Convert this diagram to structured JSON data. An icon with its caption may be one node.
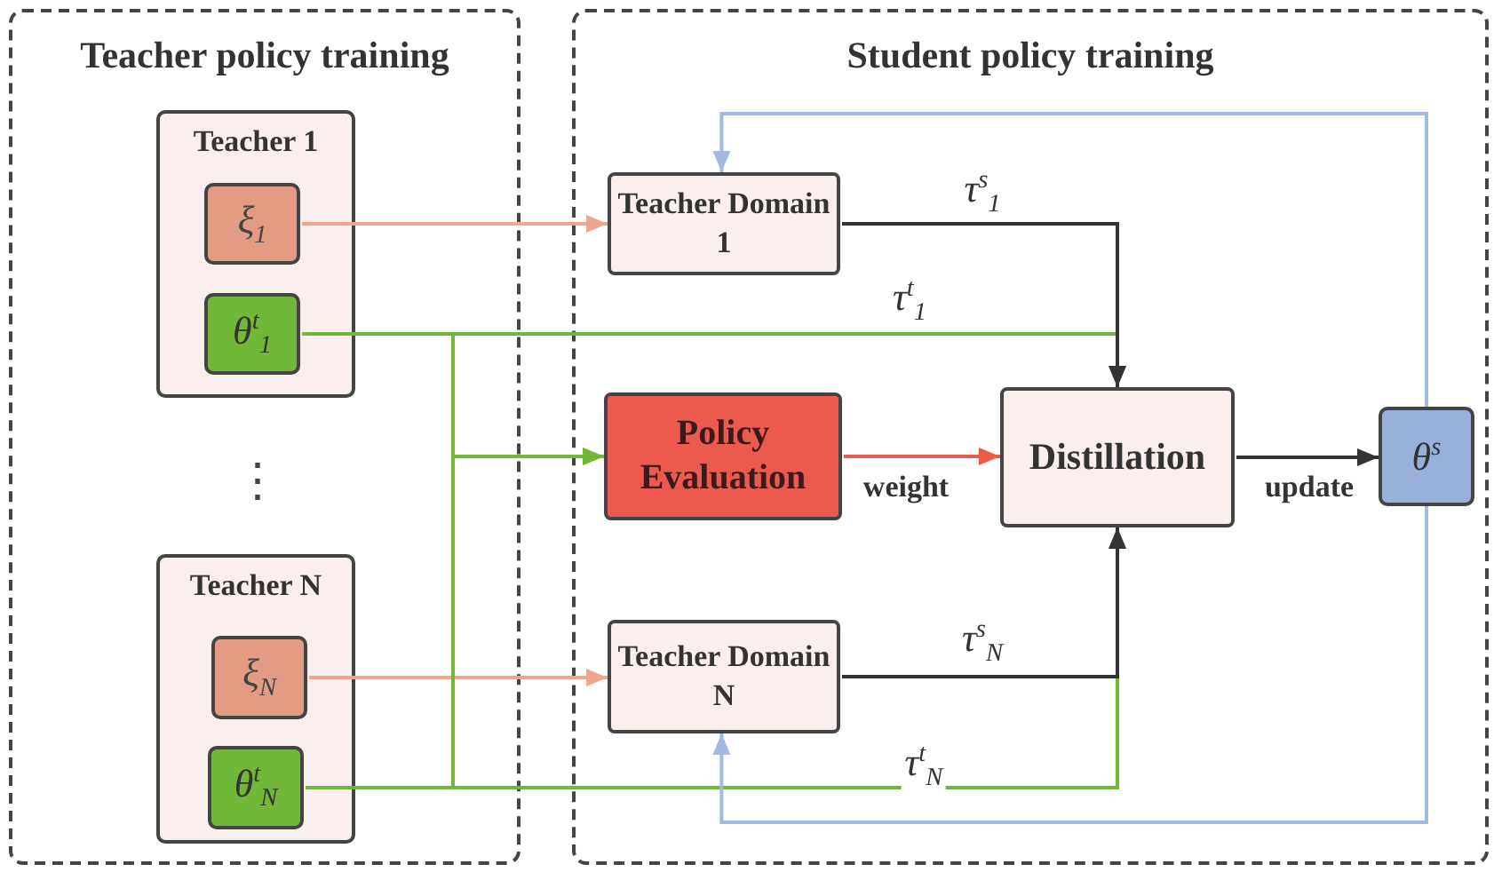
{
  "diagram": {
    "nodes": [
      {
        "text": [
          "Teacher policy training"
        ]
      },
      {
        "text": [
          "Teacher 1"
        ],
        "in": 0
      },
      {
        "text": [
          "ξ$_{1}$"
        ],
        "in": 1
      },
      {
        "text": [
          "θ$^{t}$$_{1}$"
        ],
        "in": 1
      },
      {
        "text": [
          "Teacher N"
        ],
        "in": 0
      },
      {
        "text": [
          "ξ$_{N}$"
        ],
        "in": 4
      },
      {
        "text": [
          "θ$^{t}$$_{N}$"
        ],
        "in": 4
      },
      {
        "text": [
          "Student policy training"
        ]
      },
      {
        "text": [
          "Teacher Domain 1"
        ],
        "in": 7
      },
      {
        "text": [
          "Policy Evaluation"
        ],
        "in": 7
      },
      {
        "text": [
          "Distillation"
        ],
        "in": 7
      },
      {
        "text": [
          "Teacher Domain N"
        ],
        "in": 7
      },
      {
        "text": [
          "θ$^{s}$"
        ],
        "in": 7
      }
    ],
    "edges": [
      {
        "from": 2,
        "to": 8,
        "arrow": "to",
        "color": "#f0a58e"
      },
      {
        "from": 5,
        "to": 11,
        "arrow": "to",
        "color": "#f0a58e"
      },
      {
        "from": 3,
        "to": 10,
        "arrow": "to",
        "label": "τ$^{t}$$_{1}$"
      },
      {
        "from": 6,
        "to": 10,
        "arrow": "to",
        "label": "τ$^{t}$$_{N}$"
      },
      {
        "from": 3,
        "to": 9,
        "arrow": "to"
      },
      {
        "from": 6,
        "to": 9,
        "arrow": "to"
      },
      {
        "from": 8,
        "to": 10,
        "arrow": "to",
        "label": "τ$^{s}$$_{1}$",
        "color": "#333333"
      },
      {
        "from": 11,
        "to": 10,
        "arrow": "to",
        "label": "τ$^{s}$$_{N}$",
        "color": "#333333"
      },
      {
        "from": 9,
        "to": 10,
        "arrow": "to",
        "label": "weight",
        "color": "#ee5a4c"
      },
      {
        "from": 10,
        "to": 12,
        "arrow": "to",
        "label": "update",
        "color": "#333333"
      },
      {
        "from": 12,
        "to": 8,
        "arrow": "to",
        "color": "#a3b9e2"
      },
      {
        "from": 12,
        "to": 11,
        "arrow": "to",
        "color": "#a3b9e2"
      }
    ],
    "labels": [
      "⋮"
    ]
  }
}
